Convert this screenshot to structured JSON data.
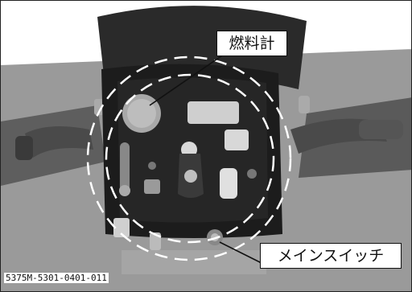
{
  "callouts": {
    "fuel_gauge": "燃料計",
    "main_switch": "メインスイッチ"
  },
  "figure_code": "5375M-5301-0401-011",
  "colors": {
    "panel_dark": "#1a1a1a",
    "body_gray": "#7a7a7a",
    "highlight_dash": "#ffffff"
  }
}
